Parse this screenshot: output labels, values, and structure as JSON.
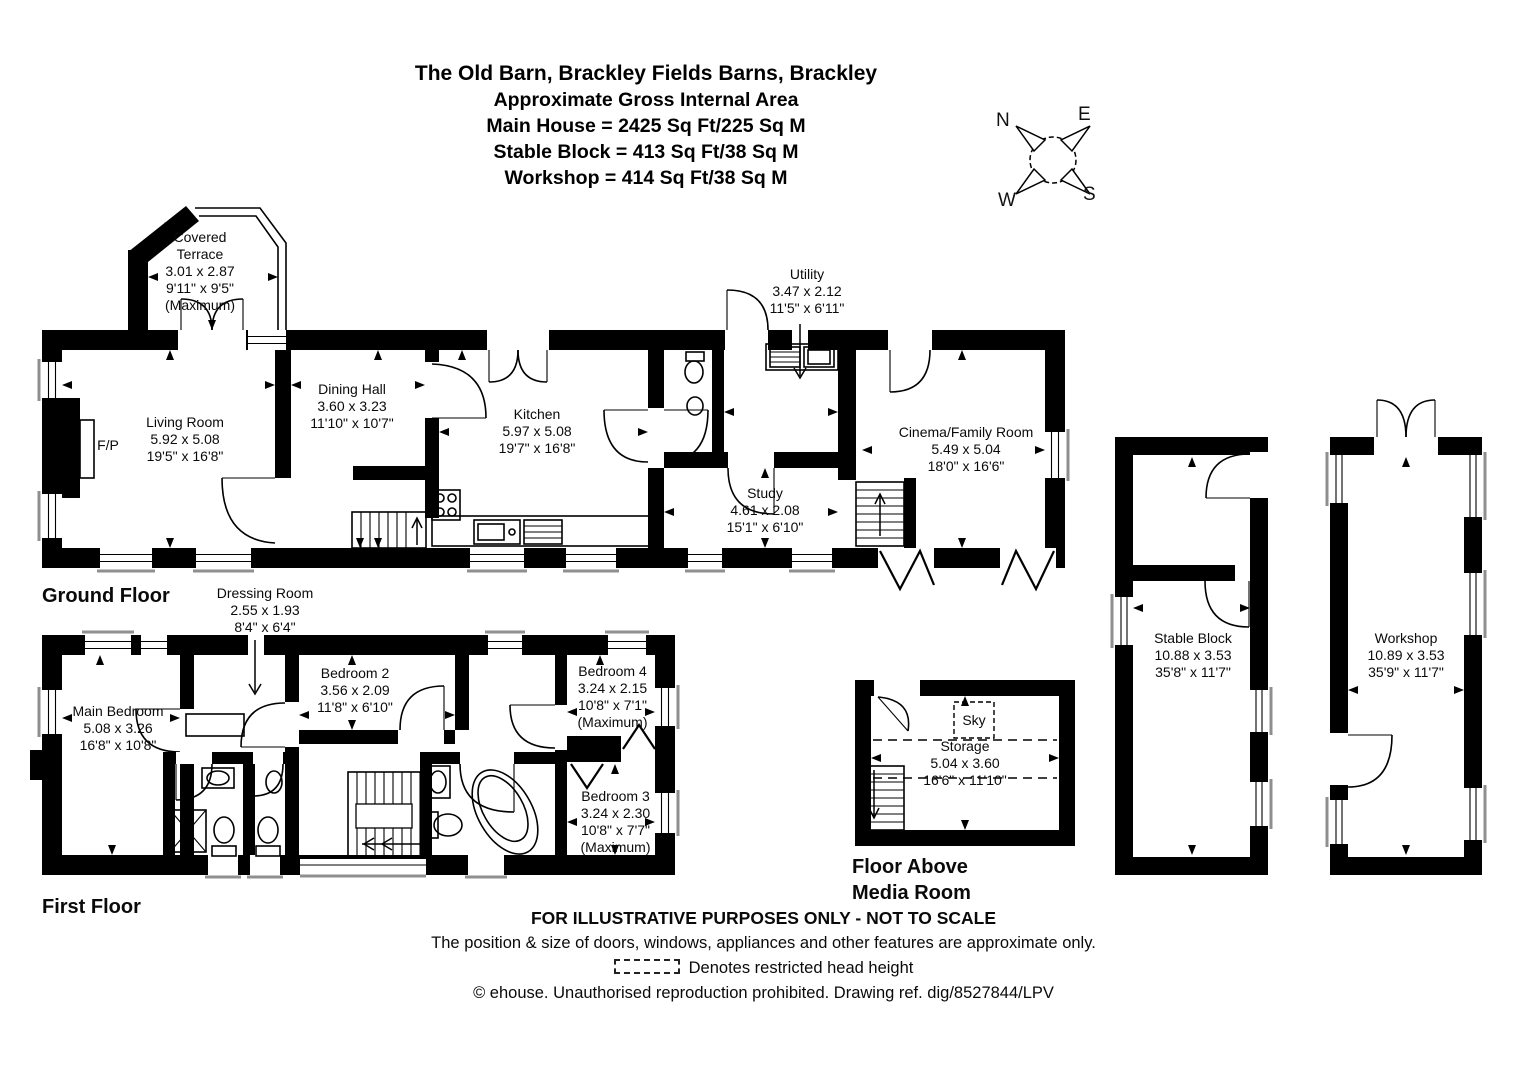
{
  "title": {
    "address": "The Old Barn, Brackley Fields Barns, Brackley",
    "subtitle": "Approximate Gross Internal Area",
    "area_lines": [
      "Main House = 2425 Sq Ft/225 Sq M",
      "Stable Block = 413 Sq Ft/38 Sq M",
      "Workshop = 414 Sq Ft/38 Sq M"
    ]
  },
  "compass": {
    "n": "N",
    "e": "E",
    "s": "S",
    "w": "W"
  },
  "floor_labels": {
    "ground": "Ground Floor",
    "first": "First Floor",
    "floor_above": "Floor Above",
    "media_room": "Media Room"
  },
  "rooms": {
    "covered_terrace": {
      "name": "Covered Terrace",
      "metric": "3.01 x 2.87",
      "imperial": "9'11\" x 9'5\"",
      "note": "(Maximum)"
    },
    "living_room": {
      "name": "Living Room",
      "metric": "5.92 x 5.08",
      "imperial": "19'5\" x 16'8\""
    },
    "dining_hall": {
      "name": "Dining Hall",
      "metric": "3.60 x 3.23",
      "imperial": "11'10\" x 10'7\""
    },
    "kitchen": {
      "name": "Kitchen",
      "metric": "5.97 x 5.08",
      "imperial": "19'7\" x 16'8\""
    },
    "utility": {
      "name": "Utility",
      "metric": "3.47 x 2.12",
      "imperial": "11'5\" x 6'11\""
    },
    "study": {
      "name": "Study",
      "metric": "4.61 x 2.08",
      "imperial": "15'1\" x 6'10\""
    },
    "cinema_family_room": {
      "name": "Cinema/Family Room",
      "metric": "5.49 x 5.04",
      "imperial": "18'0\" x 16'6\""
    },
    "dressing_room": {
      "name": "Dressing Room",
      "metric": "2.55 x 1.93",
      "imperial": "8'4\" x 6'4\""
    },
    "main_bedroom": {
      "name": "Main Bedroom",
      "metric": "5.08 x 3.26",
      "imperial": "16'8\" x 10'8\""
    },
    "bedroom_2": {
      "name": "Bedroom 2",
      "metric": "3.56 x 2.09",
      "imperial": "11'8\" x 6'10\""
    },
    "bedroom_4": {
      "name": "Bedroom 4",
      "metric": "3.24 x 2.15",
      "imperial": "10'8\" x 7'1\"",
      "note": "(Maximum)"
    },
    "bedroom_3": {
      "name": "Bedroom 3",
      "metric": "3.24 x 2.30",
      "imperial": "10'8\" x 7'7\"",
      "note": "(Maximum)"
    },
    "stable_block": {
      "name": "Stable Block",
      "metric": "10.88 x 3.53",
      "imperial": "35'8\" x 11'7\""
    },
    "workshop": {
      "name": "Workshop",
      "metric": "10.89 x 3.53",
      "imperial": "35'9\" x 11'7\""
    },
    "storage": {
      "name": "Storage",
      "metric": "5.04 x 3.60",
      "imperial": "16'6\" x 11'10\""
    }
  },
  "annotations": {
    "fireplace": "F/P",
    "skylight": "Sky"
  },
  "footer": {
    "line1": "FOR ILLUSTRATIVE PURPOSES ONLY - NOT TO SCALE",
    "line2": "The position & size of doors, windows, appliances and other features are approximate only.",
    "legend": "Denotes restricted head height",
    "copyright": "© ehouse. Unauthorised reproduction prohibited. Drawing ref. dig/8527844/LPV"
  }
}
